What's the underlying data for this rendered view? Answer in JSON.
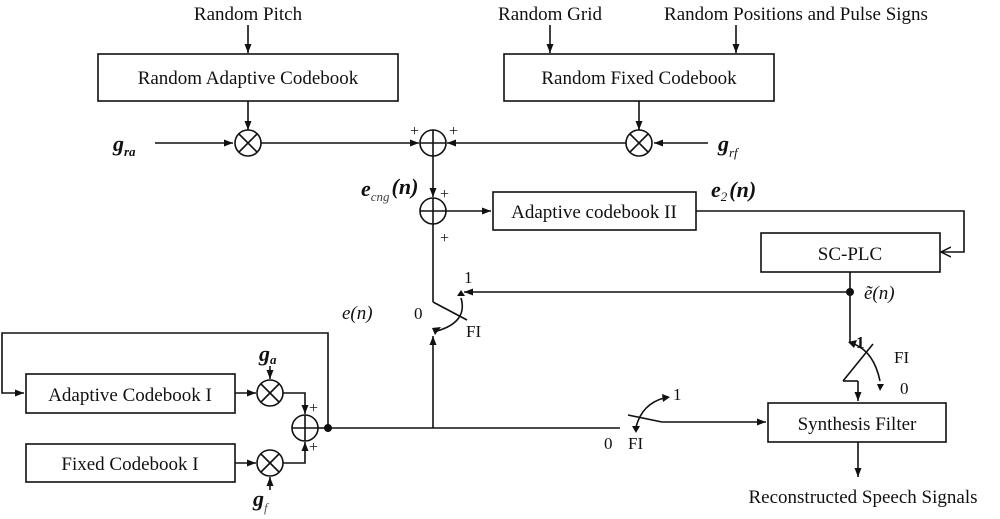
{
  "diagram": {
    "inputs": {
      "random_pitch": "Random Pitch",
      "random_grid": "Random Grid",
      "random_positions": "Random Positions and Pulse Signs"
    },
    "blocks": {
      "random_adaptive_codebook": "Random Adaptive Codebook",
      "random_fixed_codebook": "Random Fixed Codebook",
      "adaptive_codebook_2": "Adaptive codebook II",
      "sc_plc": "SC-PLC",
      "adaptive_codebook_1": "Adaptive Codebook I",
      "fixed_codebook_1": "Fixed Codebook I",
      "synthesis_filter": "Synthesis Filter"
    },
    "gains": {
      "g_ra": {
        "base": "g",
        "sub": "ra"
      },
      "g_rf": {
        "base": "g",
        "sub": "rf"
      },
      "g_a": {
        "base": "g",
        "sub": "a"
      },
      "g_f": {
        "base": "g",
        "sub": "f"
      }
    },
    "signals": {
      "e_cng": {
        "base": "e",
        "sub": "cng",
        "arg": "(n)"
      },
      "e_2": {
        "base": "e",
        "sub": "2",
        "arg": "(n)"
      },
      "e_tilde": "ẽ(n)",
      "e_n": "e(n)"
    },
    "switches": {
      "label": "FI",
      "state_one": "1",
      "state_zero": "0"
    },
    "summer_sign": "+",
    "output": "Reconstructed Speech Signals"
  }
}
